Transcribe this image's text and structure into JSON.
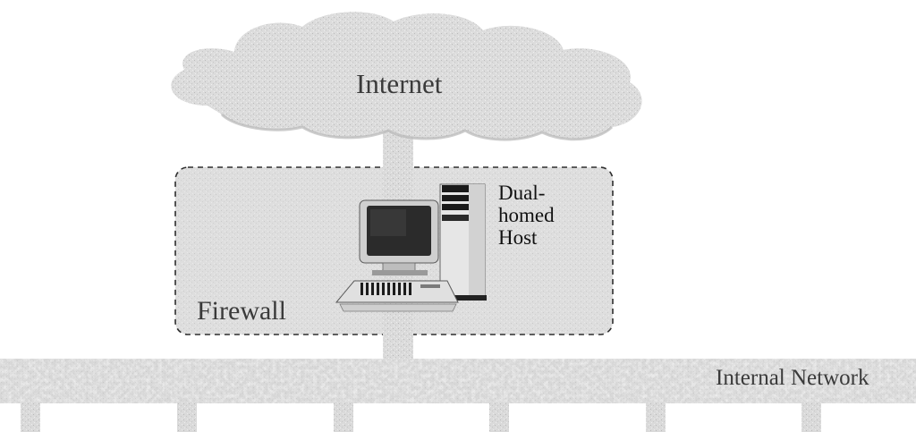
{
  "labels": {
    "internet": "Internet",
    "firewall": "Firewall",
    "host_line1": "Dual-",
    "host_line2": "homed",
    "host_line3": "Host",
    "network": "Internal Network"
  },
  "colors": {
    "texture_light": "#e9e9e9",
    "texture_dark": "#bdbdbd",
    "border": "#3a3a3a",
    "text": "#333333"
  }
}
